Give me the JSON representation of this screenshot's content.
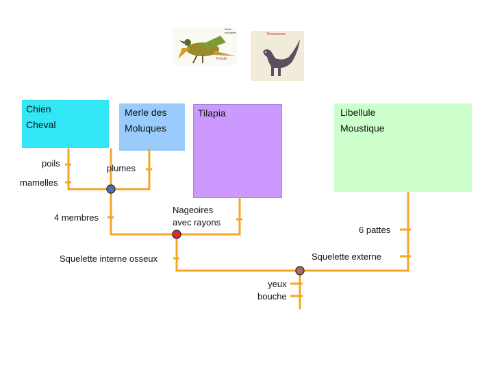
{
  "thumbnails": {
    "bird": {
      "caption_top": "Merle\nmoluques",
      "caption_bottom": "Fossile"
    },
    "dino": {
      "caption": "Deuxcoeurs"
    }
  },
  "groups": {
    "mammals": {
      "text": "Chien\nCheval",
      "color": "#33e6f6"
    },
    "birds": {
      "text": "Merle des\nMoluques",
      "color": "#99ccfa"
    },
    "fish": {
      "text": "Tilapia",
      "color": "#cc99fe"
    },
    "insects": {
      "text": "Libellule\nMoustique",
      "color": "#ccffcc"
    }
  },
  "characters": {
    "poils": "poils",
    "mamelles": "mamelles",
    "plumes": "plumes",
    "quatre_membres": "4 membres",
    "nageoires": "Nageoires\navec rayons",
    "six_pattes": "6 pattes",
    "squelette_interne": "Squelette interne osseux",
    "squelette_externe": "Squelette externe",
    "yeux_bouche": "yeux\nbouche"
  },
  "colors": {
    "branch": "#f5a623",
    "node_blue": "#4a6fb5",
    "node_red": "#e8282a",
    "node_brown": "#a86a68"
  }
}
